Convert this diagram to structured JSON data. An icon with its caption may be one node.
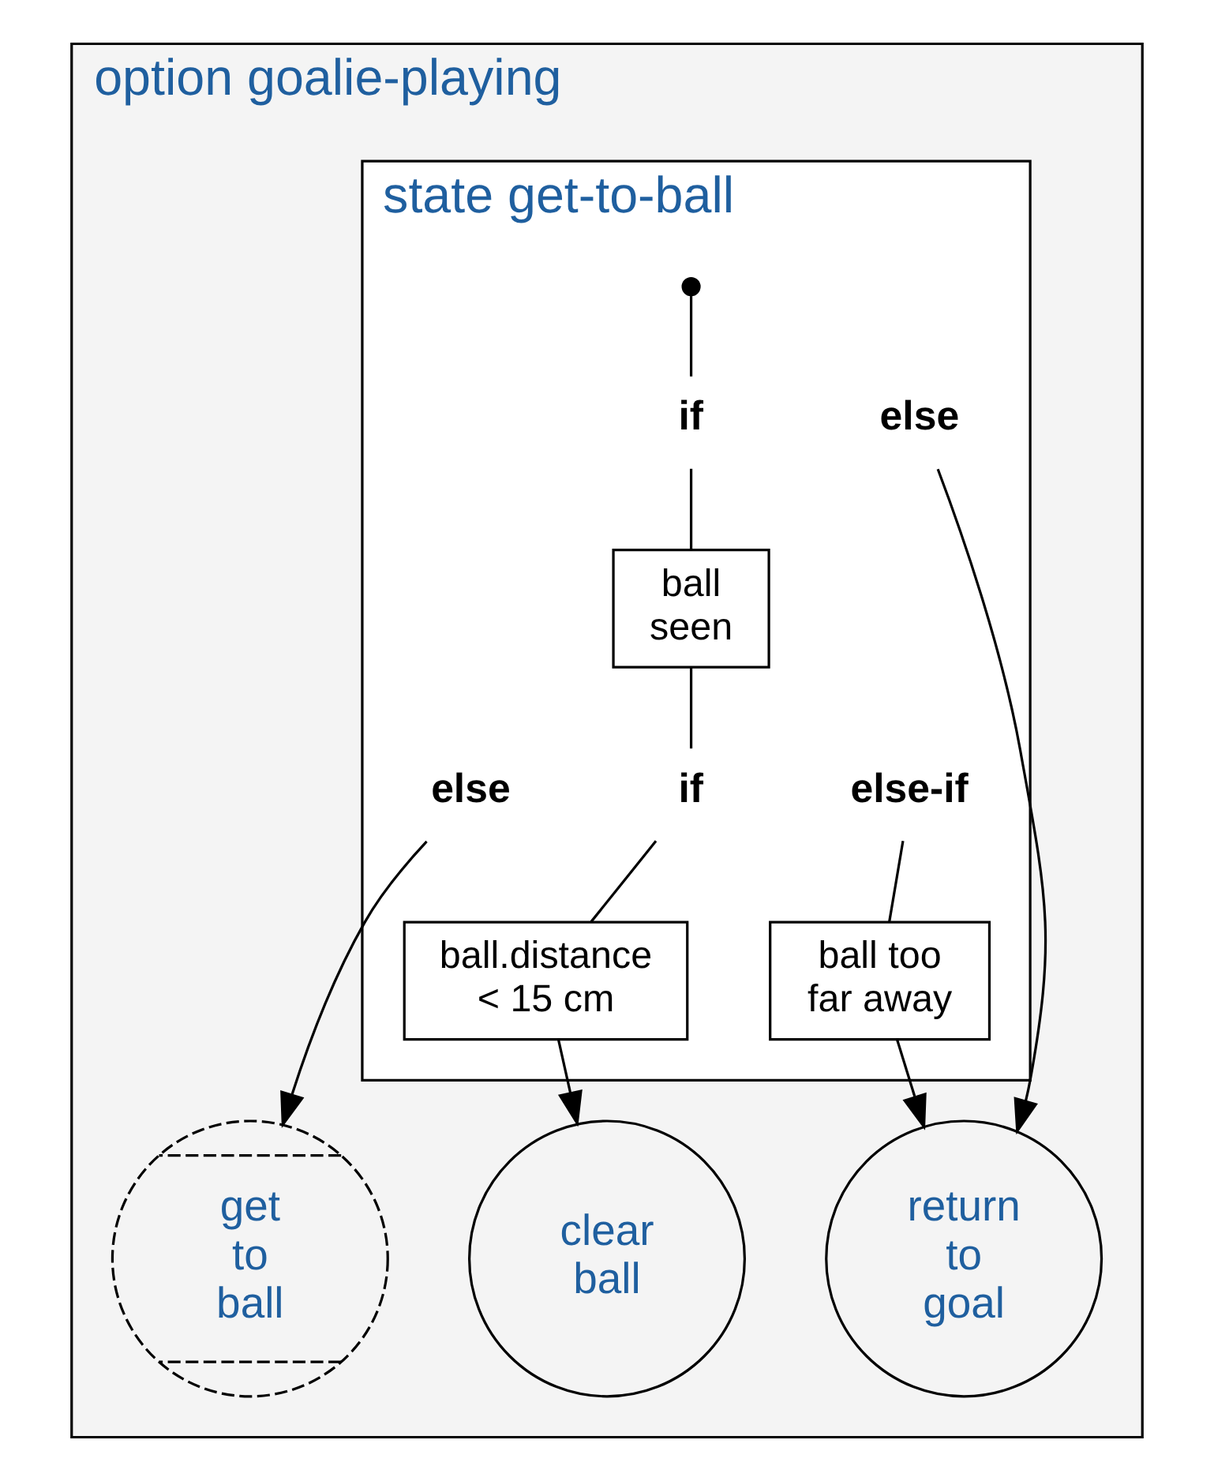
{
  "diagram": {
    "nodes": [
      {
        "text": [
          "option goalie-playing"
        ]
      },
      {
        "text": [
          "state get-to-ball"
        ],
        "in": 0
      },
      {
        "text": [],
        "shape": "circle",
        "in": 1
      },
      {
        "text": [
          "if"
        ],
        "in": 1
      },
      {
        "text": [
          "else"
        ],
        "in": 1
      },
      {
        "text": [
          "ball seen"
        ],
        "in": 1
      },
      {
        "text": [
          "if"
        ],
        "in": 1
      },
      {
        "text": [
          "else-if"
        ],
        "in": 1
      },
      {
        "text": [
          "else"
        ],
        "in": 1
      },
      {
        "text": [
          "ball.distance < 15 cm"
        ],
        "in": 1
      },
      {
        "text": [
          "ball too far away"
        ],
        "in": 1
      },
      {
        "text": [
          "clear ball"
        ],
        "in": 0
      },
      {
        "text": [
          "get to ball"
        ],
        "in": 0
      },
      {
        "text": [
          "return to goal"
        ],
        "in": 0
      }
    ],
    "edges": [
      {
        "from": 2,
        "to": 3,
        "arrow": "none"
      },
      {
        "from": 3,
        "to": 5,
        "arrow": "none"
      },
      {
        "from": 4,
        "to": 13,
        "arrow": "to"
      },
      {
        "from": 5,
        "to": 6,
        "arrow": "none"
      },
      {
        "from": 6,
        "to": 9,
        "arrow": "none"
      },
      {
        "from": 7,
        "to": 10,
        "arrow": "none"
      },
      {
        "from": 8,
        "to": 12,
        "arrow": "to"
      },
      {
        "from": 9,
        "to": 11,
        "arrow": "to"
      },
      {
        "from": 10,
        "to": 13,
        "arrow": "to"
      }
    ]
  }
}
